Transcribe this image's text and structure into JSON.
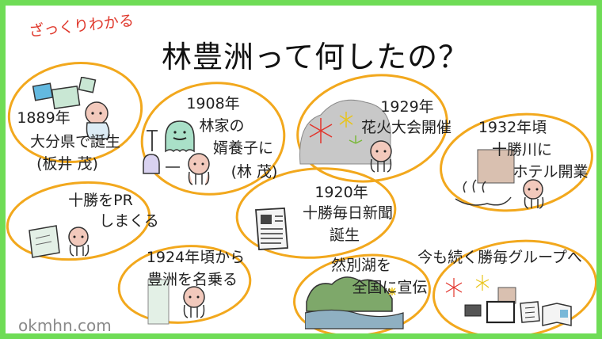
{
  "header": {
    "tagline": "ざっくりわかる",
    "title": "林豊洲って何したの？"
  },
  "events": [
    {
      "id": "1889",
      "lines": [
        "1889年",
        "大分県で誕生",
        "(板井 茂)"
      ]
    },
    {
      "id": "1908",
      "lines": [
        "1908年",
        "林家の",
        "婿養子に",
        "(林 茂)"
      ]
    },
    {
      "id": "1929",
      "lines": [
        "1929年",
        "花火大会開催"
      ]
    },
    {
      "id": "1932",
      "lines": [
        "1932年頃",
        "十勝川に",
        "ホテル開業"
      ]
    },
    {
      "id": "pr",
      "lines": [
        "十勝をPR",
        "しまくる"
      ]
    },
    {
      "id": "1920",
      "lines": [
        "1920年",
        "十勝毎日新聞",
        "誕生"
      ]
    },
    {
      "id": "1924",
      "lines": [
        "1924年頃から",
        "豊洲を名乗る"
      ]
    },
    {
      "id": "lake",
      "lines": [
        "然別湖を",
        "全国に宣伝"
      ]
    },
    {
      "id": "today",
      "lines": [
        "今も続く勝毎グループへ"
      ]
    }
  ],
  "watermark": "okmhn.com",
  "colors": {
    "frame": "#6fdc56",
    "bubble": "#f2a81d",
    "tagline": "#e03a2e",
    "octopus": "#f2c9bc",
    "ghost": "#a9e0c8"
  }
}
